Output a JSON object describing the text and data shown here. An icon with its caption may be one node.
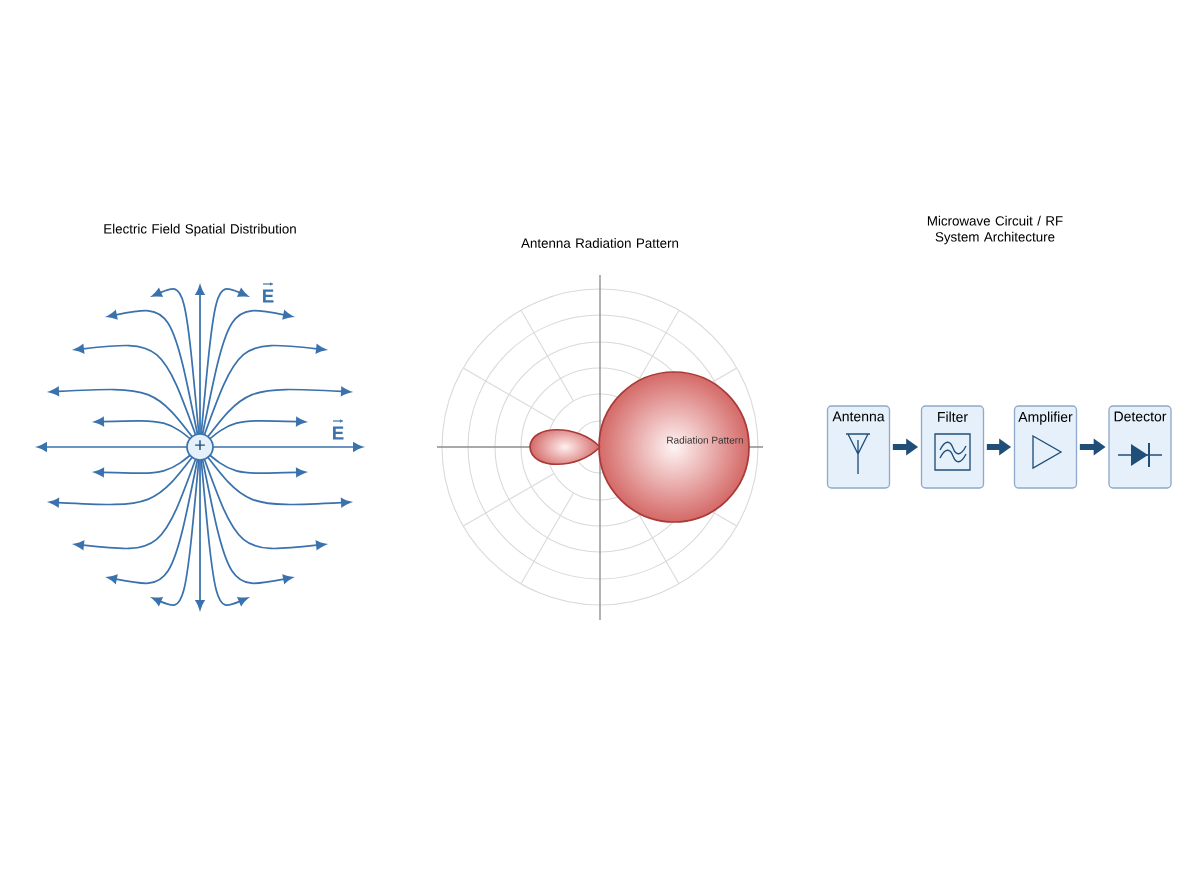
{
  "diagram": {
    "nodes": [
      {
        "text": [
          "Antenna"
        ]
      },
      {
        "text": [
          "Filter"
        ]
      },
      {
        "text": [
          "Amplifier"
        ]
      },
      {
        "text": [
          "Detector"
        ]
      }
    ],
    "edges": [
      {
        "from": 0,
        "to": 1,
        "arrow": "to"
      },
      {
        "from": 1,
        "to": 2,
        "arrow": "to"
      },
      {
        "from": 2,
        "to": 3,
        "arrow": "to"
      }
    ],
    "labels": [
      "Electric Field Spatial Distribution",
      "Antenna Radiation Pattern",
      "Microwave Circuit / RF System Architecture",
      "E",
      "E",
      "Radiation Pattern",
      "+"
    ]
  }
}
